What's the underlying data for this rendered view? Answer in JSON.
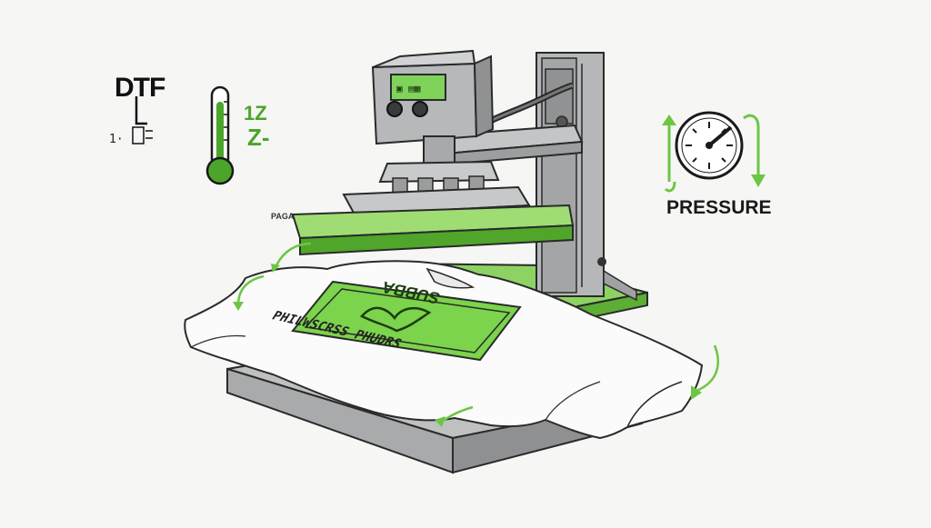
{
  "labels": {
    "dtf": "DTF",
    "dtf_sub": "1·",
    "temp_1": "1Z",
    "temp_2": "Z-",
    "pressure": "PRESSURE",
    "corner": "PAGA",
    "shirt_text": "PHILWSCRSS PHUDRS",
    "print_text": "SUBBA"
  },
  "colors": {
    "accent_green": "#6cc644",
    "dark_green": "#2f8a1c",
    "metal": "#9a9c9e",
    "outline": "#2a2a2a"
  },
  "icons": [
    "thermometer-icon",
    "pressure-gauge-icon",
    "heat-press-machine",
    "t-shirt"
  ]
}
